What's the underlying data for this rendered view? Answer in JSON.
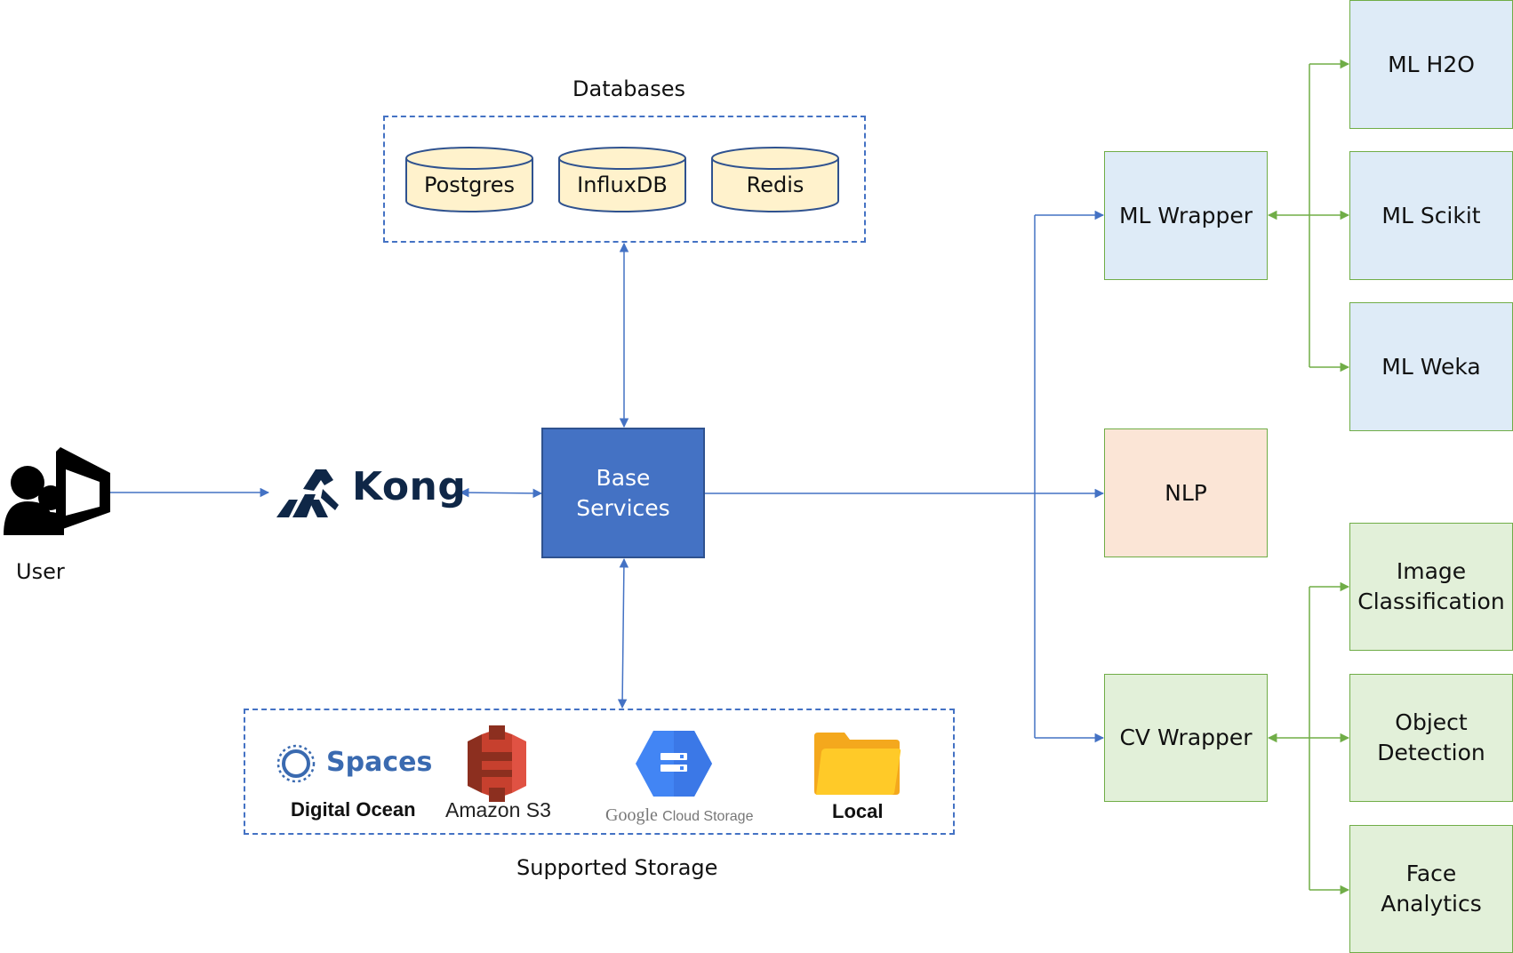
{
  "user": {
    "label": "User",
    "icon": "user-presentation-icon"
  },
  "kong": {
    "label": "Kong",
    "icon": "kong-gorilla-logo-icon"
  },
  "base_services": {
    "label": "Base\nServices"
  },
  "databases": {
    "title": "Databases",
    "items": [
      "Postgres",
      "InfluxDB",
      "Redis"
    ]
  },
  "storage": {
    "title": "Supported Storage",
    "digital_ocean": {
      "brand": "Spaces",
      "caption": "Digital Ocean",
      "icon": "spaces-ring-icon"
    },
    "amazon_s3": {
      "caption": "Amazon S3",
      "icon": "s3-bucket-icon"
    },
    "google": {
      "caption_google": "Google",
      "caption_rest": "Cloud Storage",
      "icon": "gcs-hexagon-icon"
    },
    "local": {
      "caption": "Local",
      "icon": "folder-icon"
    }
  },
  "services": {
    "ml_wrapper": "ML Wrapper",
    "nlp": "NLP",
    "cv_wrapper": "CV Wrapper"
  },
  "ml_engines": [
    "ML H2O",
    "ML Scikit",
    "ML Weka"
  ],
  "cv_modules": [
    "Image\nClassification",
    "Object\nDetection",
    "Face\nAnalytics"
  ],
  "colors": {
    "primary_blue": "#4472c4",
    "green_edge": "#70ad47",
    "db_fill": "#fff2cc",
    "ml_fill": "#deebf7",
    "cv_fill": "#e2f0d9",
    "nlp_fill": "#fbe5d6",
    "kong_navy": "#0f2747"
  }
}
